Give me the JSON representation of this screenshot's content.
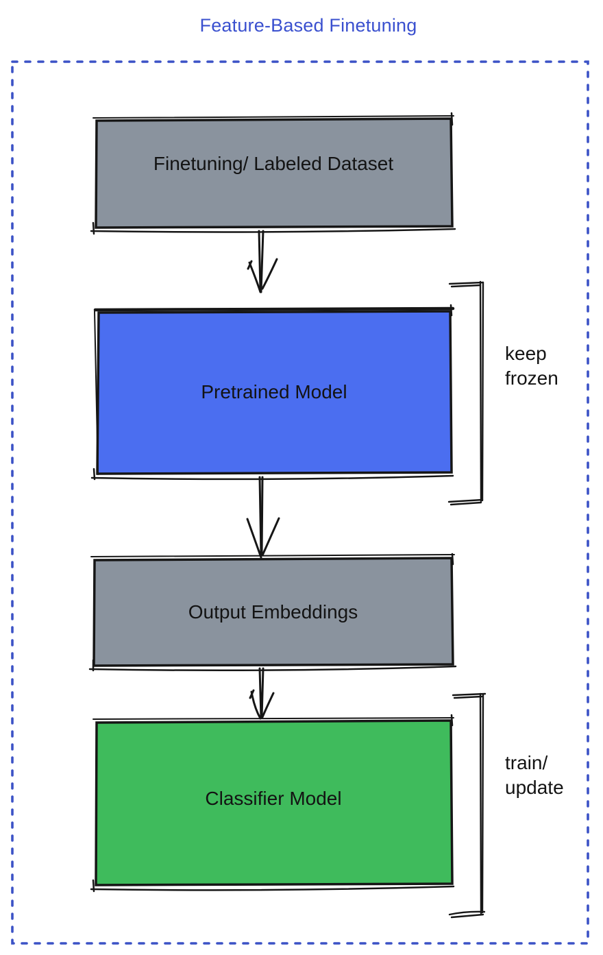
{
  "title": {
    "text": "Feature-Based Finetuning",
    "color": "#3a50cf"
  },
  "frame": {
    "color": "#3b52c6",
    "style": "dashed"
  },
  "stroke_color": "#161616",
  "boxes": [
    {
      "id": "finetuning-dataset",
      "label": "Finetuning/ Labeled Dataset",
      "color": "#8a939e"
    },
    {
      "id": "pretrained-model",
      "label": "Pretrained Model",
      "color": "#4b6ef0"
    },
    {
      "id": "output-embeddings",
      "label": "Output Embeddings",
      "color": "#8a939e"
    },
    {
      "id": "classifier-model",
      "label": "Classifier Model",
      "color": "#3fbb5c"
    }
  ],
  "connections": [
    {
      "from": "finetuning-dataset",
      "to": "pretrained-model"
    },
    {
      "from": "pretrained-model",
      "to": "output-embeddings"
    },
    {
      "from": "output-embeddings",
      "to": "classifier-model"
    }
  ],
  "annotations": [
    {
      "id": "keep-frozen",
      "target": "pretrained-model",
      "text": "keep frozen"
    },
    {
      "id": "train-update",
      "target": "classifier-model",
      "text": "train/ update"
    }
  ]
}
